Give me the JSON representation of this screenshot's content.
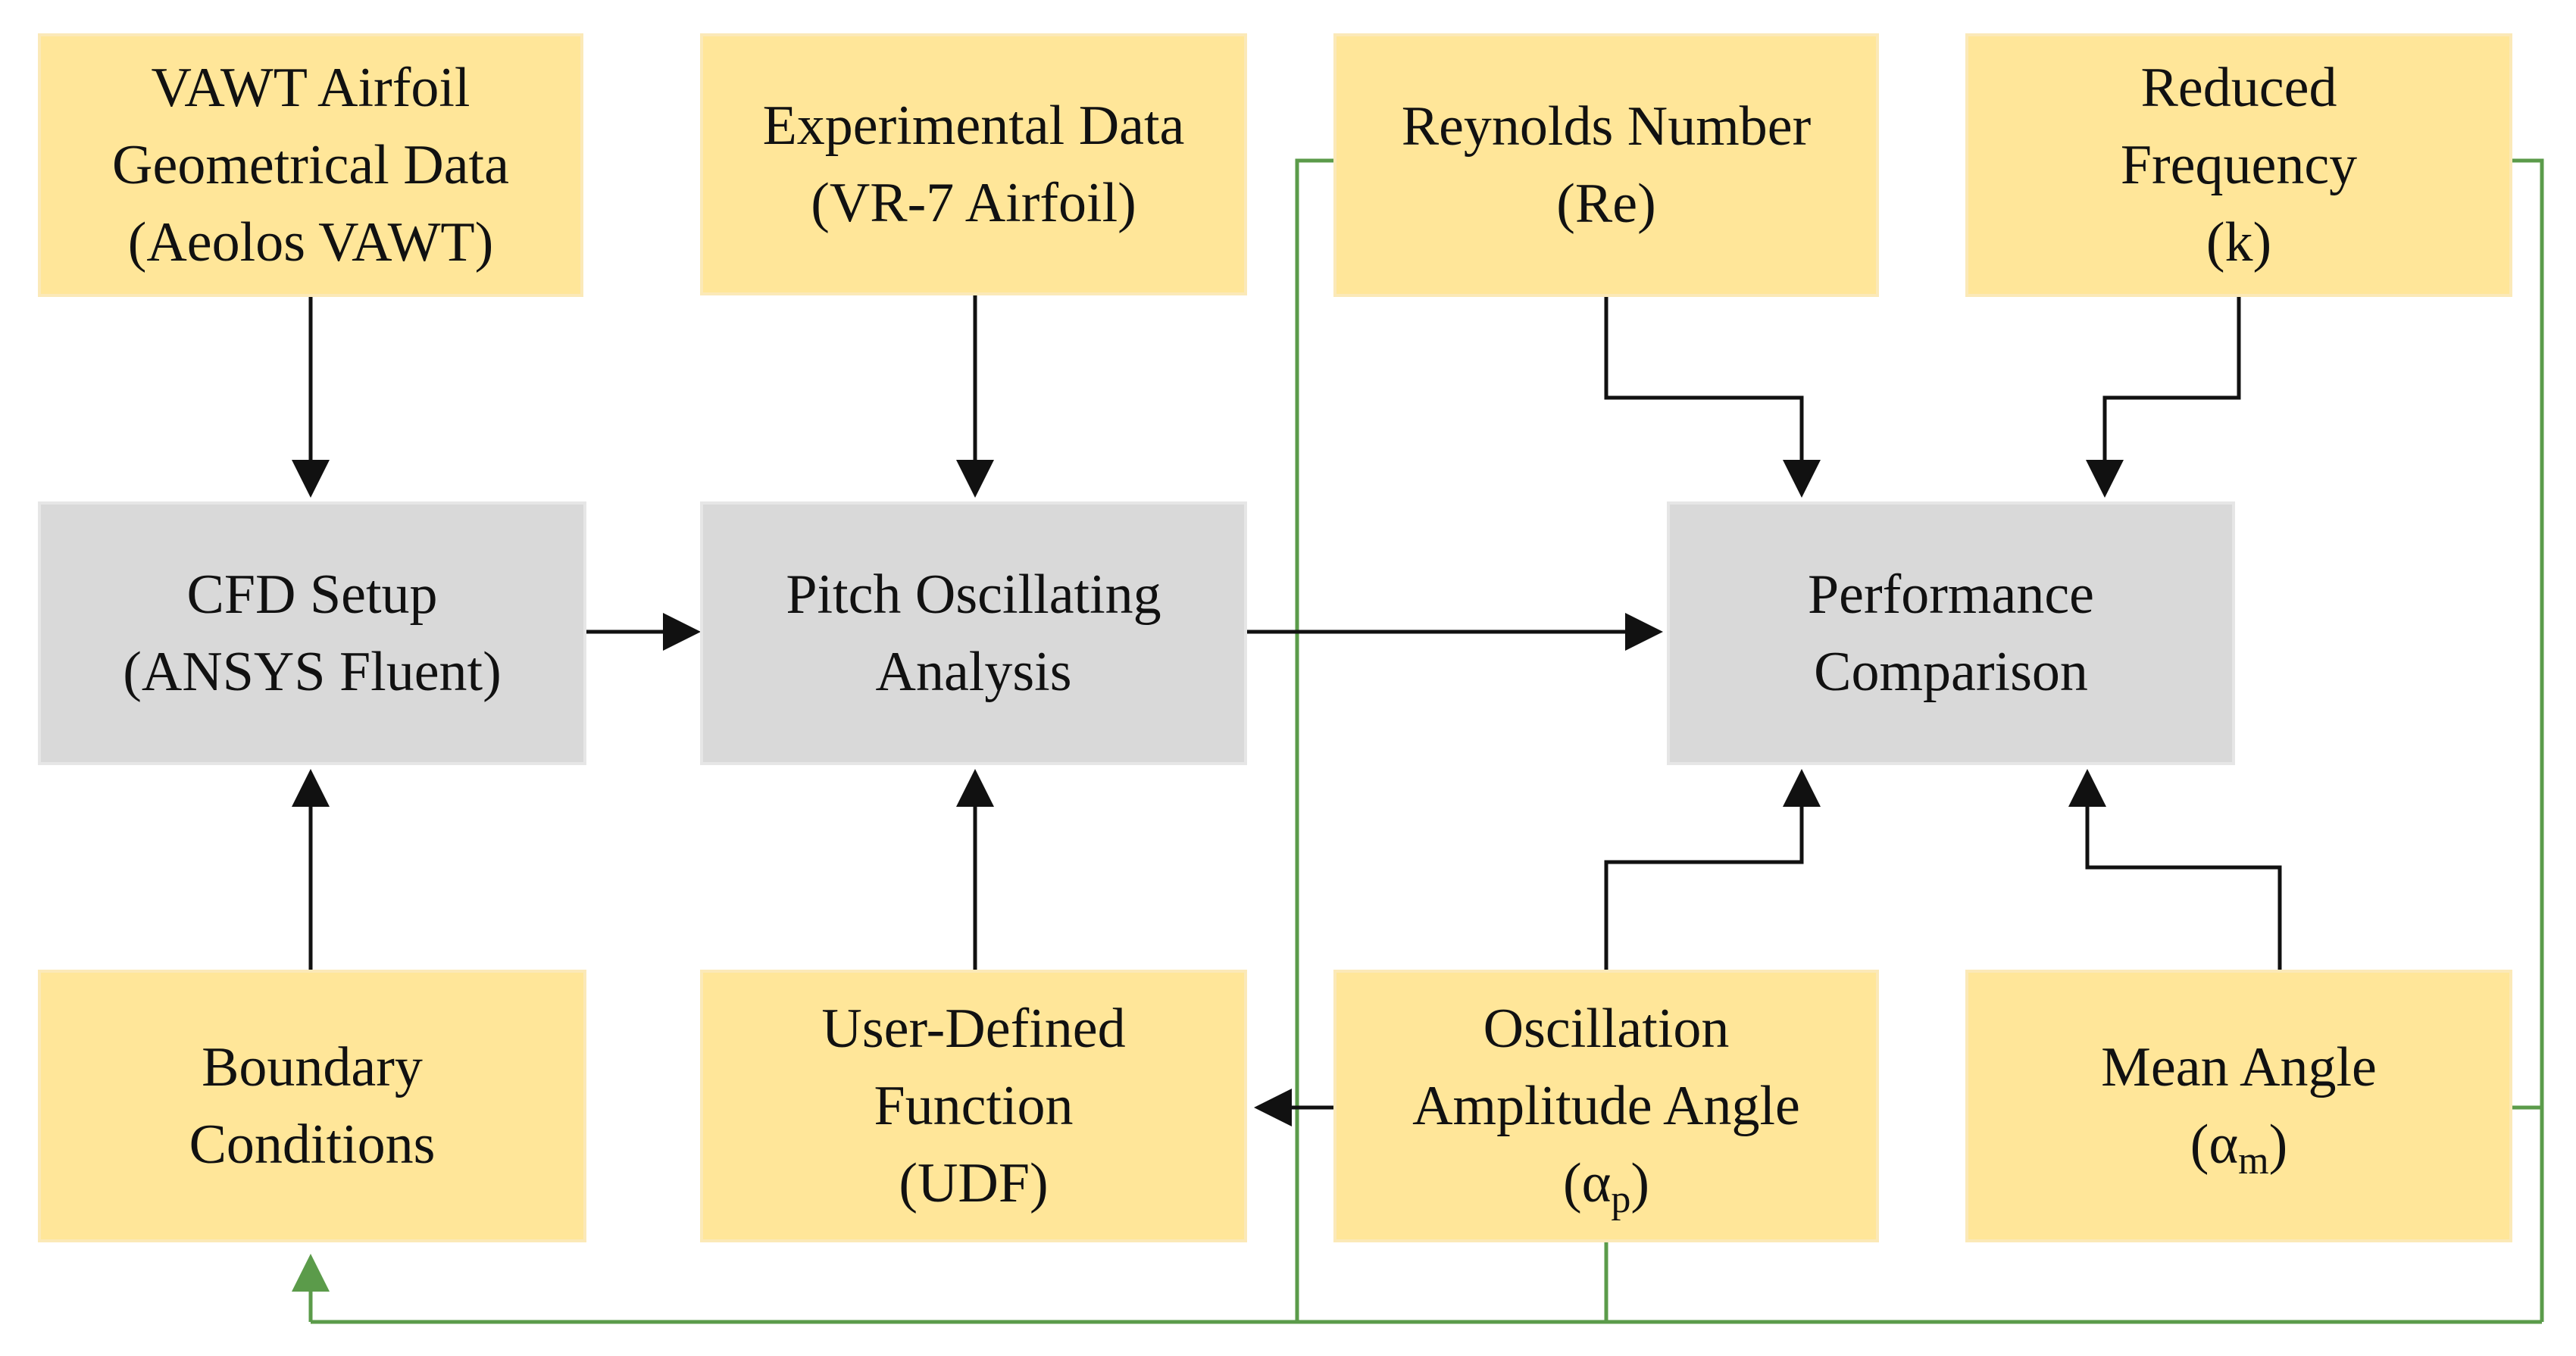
{
  "nodes": {
    "vawt_geometry": {
      "lines": [
        "VAWT Airfoil",
        "Geometrical Data",
        "(Aeolos VAWT)"
      ]
    },
    "experimental_data": {
      "lines": [
        "Experimental Data",
        "(VR-7 Airfoil)"
      ]
    },
    "reynolds": {
      "lines": [
        "Reynolds Number",
        "(Re)"
      ]
    },
    "reduced_frequency": {
      "lines": [
        "Reduced",
        "Frequency",
        "(k)"
      ]
    },
    "cfd_setup": {
      "lines": [
        "CFD Setup",
        "(ANSYS Fluent)"
      ]
    },
    "pitch_analysis": {
      "lines": [
        "Pitch Oscillating",
        "Analysis"
      ]
    },
    "performance": {
      "lines": [
        "Performance",
        "Comparison"
      ]
    },
    "boundary": {
      "lines": [
        "Boundary",
        "Conditions"
      ]
    },
    "udf": {
      "lines": [
        "User-Defined",
        "Function",
        "(UDF)"
      ]
    },
    "oscillation_amplitude": {
      "lines": [
        "Oscillation",
        "Amplitude Angle"
      ],
      "symbol": "α",
      "subscript": "p"
    },
    "mean_angle": {
      "lines": [
        "Mean Angle"
      ],
      "symbol": "α",
      "subscript": "m"
    }
  },
  "colors": {
    "input_box": "#FFE699",
    "process_box": "#D9D9D9",
    "arrow": "#111111",
    "feedback_line": "#5B9B4A"
  }
}
